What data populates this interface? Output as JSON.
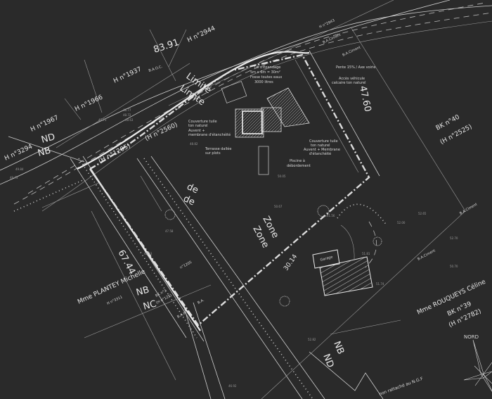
{
  "colors": {
    "background": "#2a2a2a",
    "lines": "#d0d0d0"
  },
  "plan": {
    "dimensions": {
      "north_frontage": "83.91",
      "east_side": "47.60",
      "west_side": "67.44",
      "south_side": "30.14"
    },
    "parcels": {
      "h2944": "H n°2944",
      "h2943": "H n°2943",
      "h1937": "H n°1937",
      "h1966": "H n°1966",
      "h1967": "H n°1967",
      "h3294": "H n°3294",
      "h2560": "(H n°2560)",
      "h1205a": "(H n°1205)",
      "h1205b": "n°1205",
      "bk40": "BK n°40",
      "h2525": "(H n°2525)",
      "bk3": "BK n°3",
      "h125": "(H n°125)",
      "h3311": "H n°3311",
      "bk39": "BK n°39",
      "h2782": "(H n°2782)"
    },
    "owners": {
      "plantey": "Mme PLANTEY Michelle",
      "rouqueys": "Mme ROUQUEYS Céline"
    },
    "zones": {
      "nd1": "ND",
      "nb1": "NB",
      "nb2": "NB",
      "nc": "NC",
      "nb3": "NB",
      "nd2": "ND",
      "limite1": "Limite",
      "limite2": "Limite",
      "de1": "de",
      "de2": "de",
      "zone1": "Zone",
      "zone2": "Zone"
    },
    "markers": {
      "baoc": "B.A.O.C.",
      "baciment1": "B.A.Ciment",
      "baciment2": "B.A.Ciment",
      "baciment3": "B.A.Ciment",
      "baciment4": "B.A.Ciment",
      "bap": "B.A.P",
      "ba": "B.A."
    },
    "annotations": {
      "lit1": "Lit d'Epandage",
      "lit2": "5m x 6m = 30m²",
      "fosse1": "Fosse toutes eaux",
      "fosse2": "3000 litres",
      "pente": "Pente 15% / Axe voirie",
      "acces1": "Accès véhicule",
      "acces2": "calcaire ton naturel",
      "couv1a": "Couverture tuile",
      "couv1b": "ton naturel",
      "auvent1a": "Auvent +",
      "auvent1b": "membrane d'étanchéité",
      "terrasse1": "Terrasse dallée",
      "terrasse2": "sur plots",
      "couv2a": "Couverture tuile",
      "couv2b": "ton naturel",
      "auvent2a": "Auvent + Membrane",
      "auvent2b": "d'étanchéité",
      "piscine1": "Piscine à",
      "piscine2": "débordement",
      "garage": "Garage"
    },
    "levels": [
      "48.77",
      "48.72",
      "48.63",
      "47.73",
      "49.84",
      "49.73",
      "48.82",
      "50.05",
      "50.67",
      "50.70",
      "51.56",
      "51.74",
      "51.81",
      "52.00",
      "52.65",
      "52.70",
      "52.82",
      "48.53",
      "47.58",
      "46.92"
    ],
    "ngf_note": "non rattaché au N.G.F",
    "north_label": "NORD",
    "compass_icon": "north-arrow-compass"
  }
}
